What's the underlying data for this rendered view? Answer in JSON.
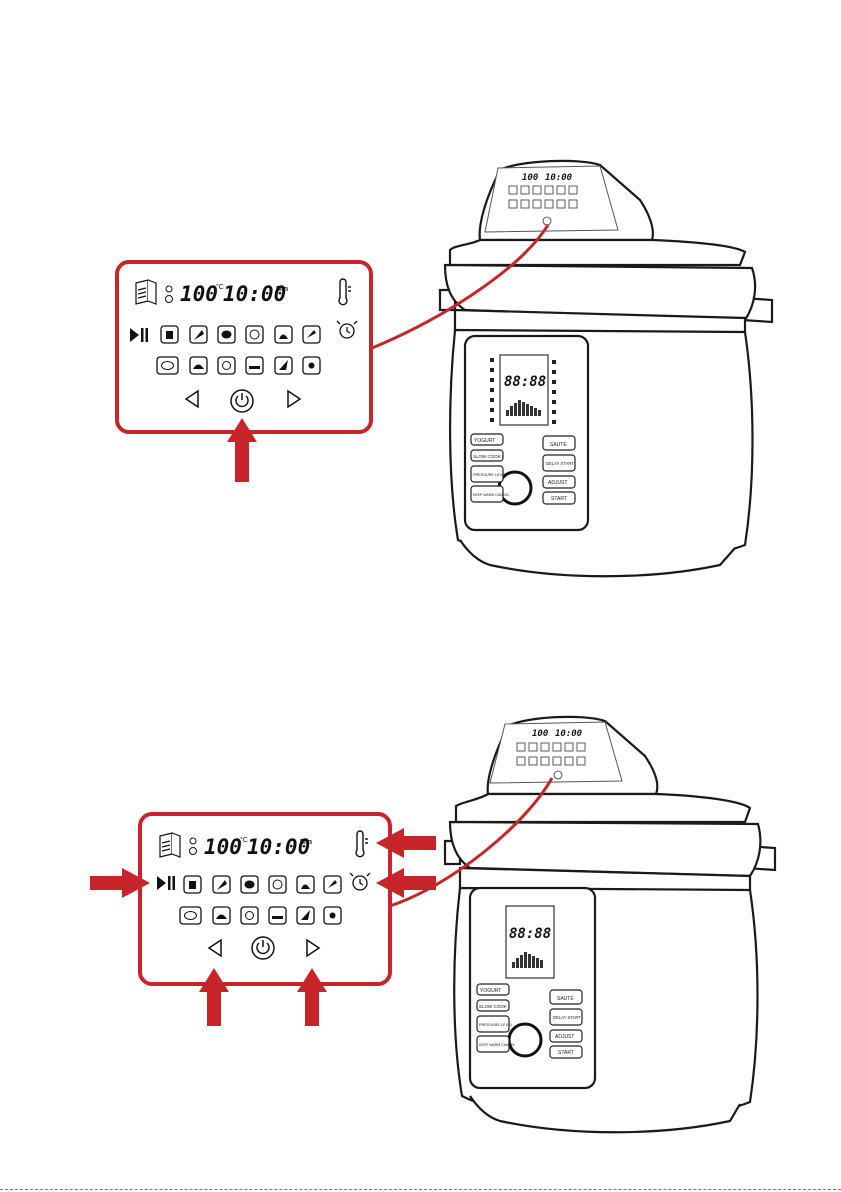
{
  "display": {
    "temperature": "100",
    "temp_unit": "°C",
    "time": "10:00",
    "time_unit": "Min",
    "menu_label": "MENU"
  },
  "cooker_buttons": {
    "yogurt": "YOGURT",
    "slow_cook": "SLOW COOK",
    "pressure_level": "PRESSURE LEVEL",
    "keep_warm_cancel": "KEEP WARM CANCEL",
    "saute": "SAUTE",
    "delay_start": "DELAY START",
    "adjust": "ADJUST",
    "start": "START"
  },
  "lcd": {
    "digits": "88:88"
  },
  "accent_color": "#c8252a"
}
